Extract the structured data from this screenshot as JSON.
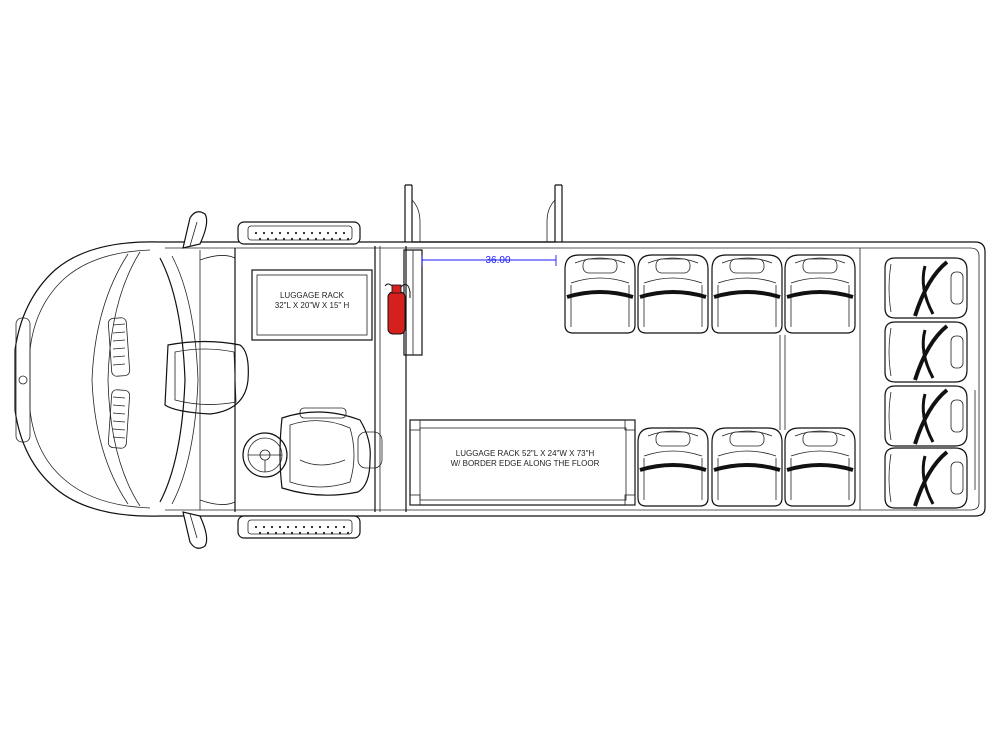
{
  "diagram": {
    "luggage_rack_front": {
      "title": "LUGGAGE RACK",
      "dims": "32\"L X 20\"W X 15\" H"
    },
    "luggage_rack_rear": {
      "line1": "LUGGAGE RACK  52\"L X 24\"W X 73\"H",
      "line2": "W/ BORDER EDGE ALONG THE FLOOR"
    },
    "door_dimension": "36.00",
    "colors": {
      "outline": "#111111",
      "extinguisher": "#d61f1f",
      "dimension": "#1a1aff",
      "seat_belt": "#111111"
    },
    "icons": {
      "extinguisher": "fire-extinguisher-icon"
    }
  }
}
